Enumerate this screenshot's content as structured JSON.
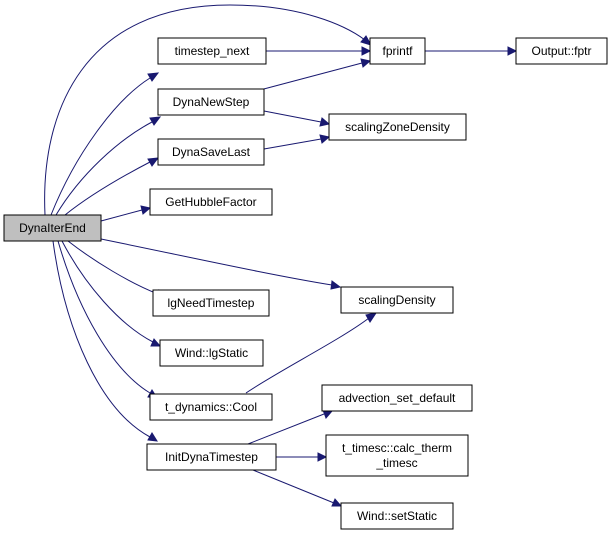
{
  "graph": {
    "edge_color": "#191970",
    "root_fill": "#bfbfbf",
    "nodes": {
      "root": "DynaIterEnd",
      "timestep_next": "timestep_next",
      "fprintf": "fprintf",
      "fptr": "Output::fptr",
      "dynanewstep": "DynaNewStep",
      "scalingzonedensity": "scalingZoneDensity",
      "dynasavelast": "DynaSaveLast",
      "gethubblefactor": "GetHubbleFactor",
      "scalingdensity": "scalingDensity",
      "lgneedtimestep": "lgNeedTimestep",
      "wind_lgstatic": "Wind::lgStatic",
      "t_dynamics_cool": "t_dynamics::Cool",
      "advection_set_default": "advection_set_default",
      "initdynatimestep": "InitDynaTimestep",
      "calc_therm_line1": "t_timesc::calc_therm",
      "calc_therm_line2": "_timesc",
      "wind_setstatic": "Wind::setStatic"
    }
  }
}
